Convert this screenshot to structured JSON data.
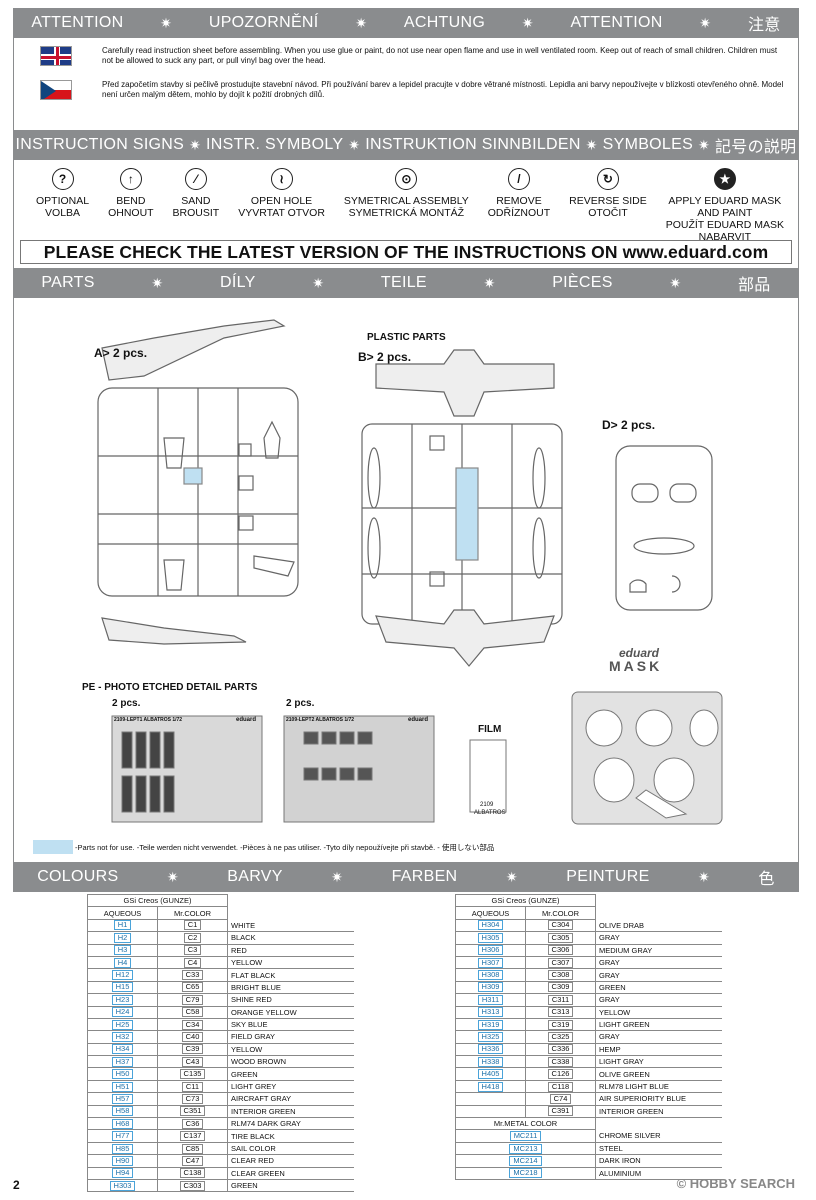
{
  "attention": {
    "headings": [
      "ATTENTION",
      "UPOZORNĚNÍ",
      "ACHTUNG",
      "ATTENTION",
      "注意"
    ],
    "separator": "✷",
    "en_text": "Carefully read instruction sheet before assembling. When you use glue or paint, do not use near open flame and use in well ventilated room. Keep out of reach of small children. Children must not be allowed to suck any part, or pull vinyl bag over the head.",
    "cz_text": "Před započetím stavby si pečlivě prostudujte stavební návod. Při používání barev a lepidel pracujte v dobre větrané místnosti. Lepidla ani barvy nepoužívejte v blízkosti otevřeného ohně. Model není určen malým dětem, mohlo by dojít k požití drobných dílů."
  },
  "signs": {
    "headings": [
      "INSTRUCTION SIGNS",
      "INSTR. SYMBOLY",
      "INSTRUKTION SINNBILDEN",
      "SYMBOLES",
      "記号の説明"
    ],
    "items": [
      {
        "icon": "question-icon",
        "glyph": "?",
        "line1": "OPTIONAL",
        "line2": "VOLBA",
        "line3": "",
        "line4": ""
      },
      {
        "icon": "bend-icon",
        "glyph": "↑",
        "line1": "BEND",
        "line2": "OHNOUT",
        "line3": "",
        "line4": ""
      },
      {
        "icon": "sand-icon",
        "glyph": "⁄",
        "line1": "SAND",
        "line2": "BROUSIT",
        "line3": "",
        "line4": ""
      },
      {
        "icon": "drill-icon",
        "glyph": "≀",
        "line1": "OPEN HOLE",
        "line2": "VYVRTAT OTVOR",
        "line3": "",
        "line4": ""
      },
      {
        "icon": "assembly-icon",
        "glyph": "⊙",
        "line1": "SYMETRICAL ASSEMBLY",
        "line2": "SYMETRICKÁ MONTÁŽ",
        "line3": "",
        "line4": ""
      },
      {
        "icon": "remove-icon",
        "glyph": "/",
        "line1": "REMOVE",
        "line2": "ODŘÍZNOUT",
        "line3": "",
        "line4": ""
      },
      {
        "icon": "reverse-icon",
        "glyph": "↻",
        "line1": "REVERSE SIDE",
        "line2": "OTOČIT",
        "line3": "",
        "line4": ""
      },
      {
        "icon": "star-icon",
        "glyph": "★",
        "line1": "APPLY EDUARD MASK",
        "line2": "AND PAINT",
        "line3": "POUŽÍT EDUARD MASK",
        "line4": "NABARVIT"
      }
    ],
    "check_notice": "PLEASE CHECK THE LATEST VERSION OF THE INSTRUCTIONS ON www.eduard.com"
  },
  "parts": {
    "headings": [
      "PARTS",
      "DÍLY",
      "TEILE",
      "PIÈCES",
      "部品"
    ],
    "plastic_label": "PLASTIC PARTS",
    "sprue_a": "A>  2 pcs.",
    "sprue_b": "B>  2 pcs.",
    "sprue_d": "D>  2 pcs.",
    "pe_label": "PE - PHOTO ETCHED DETAIL PARTS",
    "pe1_count": "2 pcs.",
    "pe2_count": "2 pcs.",
    "pe1_title": "2109-LEPT1  ALBATROS  1/72",
    "pe2_title": "2109-LEPT2  ALBATROS  1/72",
    "pe_brand": "eduard",
    "film_label": "FILM",
    "film_code": "2109",
    "film_name": "ALBATROS",
    "mask_logo_top": "eduard",
    "mask_logo_bottom": "MASK",
    "legend_text": "-Parts not for use. -Teile werden nicht verwendet. -Pièces à ne pas utiliser. -Tyto díly nepoužívejte při stavbě. -   使用しない部品"
  },
  "colours": {
    "headings": [
      "COLOURS",
      "BARVY",
      "FARBEN",
      "PEINTURE",
      "色"
    ],
    "brand": "GSi Creos (GUNZE)",
    "col_aqueous": "AQUEOUS",
    "col_mrcolor": "Mr.COLOR",
    "left": [
      [
        "H1",
        "C1",
        "WHITE"
      ],
      [
        "H2",
        "C2",
        "BLACK"
      ],
      [
        "H3",
        "C3",
        "RED"
      ],
      [
        "H4",
        "C4",
        "YELLOW"
      ],
      [
        "H12",
        "C33",
        "FLAT BLACK"
      ],
      [
        "H15",
        "C65",
        "BRIGHT BLUE"
      ],
      [
        "H23",
        "C79",
        "SHINE RED"
      ],
      [
        "H24",
        "C58",
        "ORANGE YELLOW"
      ],
      [
        "H25",
        "C34",
        "SKY BLUE"
      ],
      [
        "H32",
        "C40",
        "FIELD GRAY"
      ],
      [
        "H34",
        "C39",
        "YELLOW"
      ],
      [
        "H37",
        "C43",
        "WOOD BROWN"
      ],
      [
        "H50",
        "C135",
        "GREEN"
      ],
      [
        "H51",
        "C11",
        "LIGHT GREY"
      ],
      [
        "H57",
        "C73",
        "AIRCRAFT GRAY"
      ],
      [
        "H58",
        "C351",
        "INTERIOR GREEN"
      ],
      [
        "H68",
        "C36",
        "RLM74 DARK GRAY"
      ],
      [
        "H77",
        "C137",
        "TIRE BLACK"
      ],
      [
        "H85",
        "C85",
        "SAIL COLOR"
      ],
      [
        "H90",
        "C47",
        "CLEAR RED"
      ],
      [
        "H94",
        "C138",
        "CLEAR GREEN"
      ],
      [
        "H303",
        "C303",
        "GREEN"
      ]
    ],
    "right": [
      [
        "H304",
        "C304",
        "OLIVE DRAB"
      ],
      [
        "H305",
        "C305",
        "GRAY"
      ],
      [
        "H306",
        "C306",
        "MEDIUM GRAY"
      ],
      [
        "H307",
        "C307",
        "GRAY"
      ],
      [
        "H308",
        "C308",
        "GRAY"
      ],
      [
        "H309",
        "C309",
        "GREEN"
      ],
      [
        "H311",
        "C311",
        "GRAY"
      ],
      [
        "H313",
        "C313",
        "YELLOW"
      ],
      [
        "H319",
        "C319",
        "LIGHT GREEN"
      ],
      [
        "H325",
        "C325",
        "GRAY"
      ],
      [
        "H336",
        "C336",
        "HEMP"
      ],
      [
        "H338",
        "C338",
        "LIGHT GRAY"
      ],
      [
        "H405",
        "C126",
        "OLIVE GREEN"
      ],
      [
        "H418",
        "C118",
        "RLM78 LIGHT BLUE"
      ],
      [
        "",
        "C74",
        "AIR SUPERIORITY BLUE"
      ],
      [
        "",
        "C391",
        "INTERIOR GREEN"
      ]
    ],
    "metal_header": "Mr.METAL COLOR",
    "metal": [
      [
        "MC211",
        "CHROME SILVER"
      ],
      [
        "MC213",
        "STEEL"
      ],
      [
        "MC214",
        "DARK IRON"
      ],
      [
        "MC218",
        "ALUMINIUM"
      ]
    ]
  },
  "footer": {
    "page_number": "2",
    "watermark": "© HOBBY SEARCH"
  },
  "colors": {
    "band_grey": "#8a8c8e",
    "not_for_use_blue": "#bfe0f2",
    "code_blue": "#4aa3d9"
  }
}
